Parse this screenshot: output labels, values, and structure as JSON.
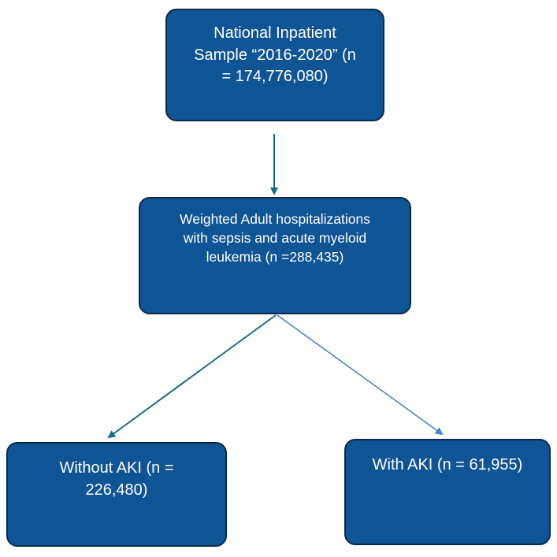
{
  "colors": {
    "box_fill": "#0f5495",
    "box_border": "#0b2a4a",
    "arrow_dark": "#1a6a8c",
    "arrow_light": "#4a7fc1",
    "text": "#ffffff"
  },
  "nodes": {
    "source": {
      "lines": [
        "National Inpatient",
        "Sample “2016-2020” (n",
        "= 174,776,080)"
      ]
    },
    "cohort": {
      "lines": [
        "Weighted Adult hospitalizations",
        "with sepsis and acute myeloid",
        "leukemia (n =288,435)"
      ]
    },
    "without_aki": {
      "lines": [
        "Without AKI (n =",
        "226,480)"
      ]
    },
    "with_aki": {
      "lines": [
        "With AKI (n = 61,955)"
      ]
    }
  },
  "edges": [
    {
      "from": "source",
      "to": "cohort"
    },
    {
      "from": "cohort",
      "to": "without_aki"
    },
    {
      "from": "cohort",
      "to": "with_aki"
    }
  ]
}
